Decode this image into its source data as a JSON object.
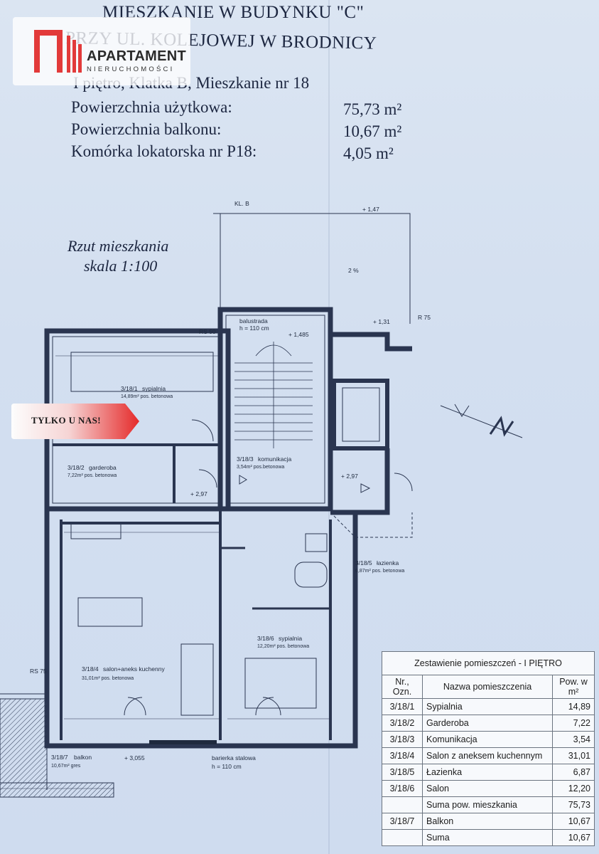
{
  "header": {
    "title_line1": "MIESZKANIE W BUDYNKU \"C\"",
    "title_line2": "PRZY UL. KOLEJOWEJ W BRODNICY",
    "location": "I piętro, Klatka B, Mieszkanie nr 18",
    "rows": [
      {
        "label": "Powierzchnia użytkowa:",
        "value": "75,73 m²"
      },
      {
        "label": "Powierzchnia balkonu:",
        "value": "10,67 m²"
      },
      {
        "label": "Komórka lokatorska nr P18:",
        "value": "4,05 m²"
      }
    ]
  },
  "logo": {
    "brand": "APARTAMENT",
    "sub": "NIERUCHOMOŚCI",
    "accent": "#e23a3a"
  },
  "plan": {
    "caption_line1": "Rzut mieszkania",
    "caption_line2": "skala 1:100",
    "staircase": "KL. B",
    "promo": "TYLKO U NAS!",
    "rooms": [
      {
        "code": "3/18/1",
        "name": "sypialnia",
        "area": "14,89m² pos. betonowa"
      },
      {
        "code": "3/18/2",
        "name": "garderoba",
        "area": "7,22m² pos. betonowa"
      },
      {
        "code": "3/18/3",
        "name": "komunikacja",
        "area": "3,54m² pos.betonowa"
      },
      {
        "code": "3/18/4",
        "name": "salon+aneks kuchenny",
        "area": "31,01m² pos. betonowa"
      },
      {
        "code": "3/18/5",
        "name": "łazienka",
        "area": "6,87m² pos. betonowa"
      },
      {
        "code": "3/18/6",
        "name": "sypialnia",
        "area": "12,20m² pos. betonowa"
      },
      {
        "code": "3/18/7",
        "name": "balkon",
        "area": "10,67m² gres"
      }
    ],
    "annotations": {
      "balustrade": "balustrada",
      "balustrade_h": "h = 110 cm",
      "barrier": "barierka stalowa",
      "barrier_h": "h = 110 cm",
      "level_1": "+ 1,485",
      "level_2": "+ 2,97",
      "level_3": "+ 3,055",
      "level_4": "+ 1,47",
      "level_5": "+ 1,31",
      "level_6": "+ 2,97",
      "slope": "2 %",
      "rs50": "RS 50",
      "rs75": "RS 75",
      "r75": "R 75"
    }
  },
  "table": {
    "title": "Zestawienie pomieszczeń - I PIĘTRO",
    "col_nr": "Nr., Ozn.",
    "col_name": "Nazwa pomieszczenia",
    "col_area": "Pow. w m²",
    "rows": [
      {
        "nr": "3/18/1",
        "name": "Sypialnia",
        "area": "14,89"
      },
      {
        "nr": "3/18/2",
        "name": "Garderoba",
        "area": "7,22"
      },
      {
        "nr": "3/18/3",
        "name": "Komunikacja",
        "area": "3,54"
      },
      {
        "nr": "3/18/4",
        "name": "Salon z aneksem kuchennym",
        "area": "31,01"
      },
      {
        "nr": "3/18/5",
        "name": "Łazienka",
        "area": "6,87"
      },
      {
        "nr": "3/18/6",
        "name": "Salon",
        "area": "12,20"
      },
      {
        "nr": "",
        "name": "Suma pow. mieszkania",
        "area": "75,73"
      },
      {
        "nr": "3/18/7",
        "name": "Balkon",
        "area": "10,67"
      },
      {
        "nr": "",
        "name": "Suma",
        "area": "10,67"
      }
    ]
  }
}
